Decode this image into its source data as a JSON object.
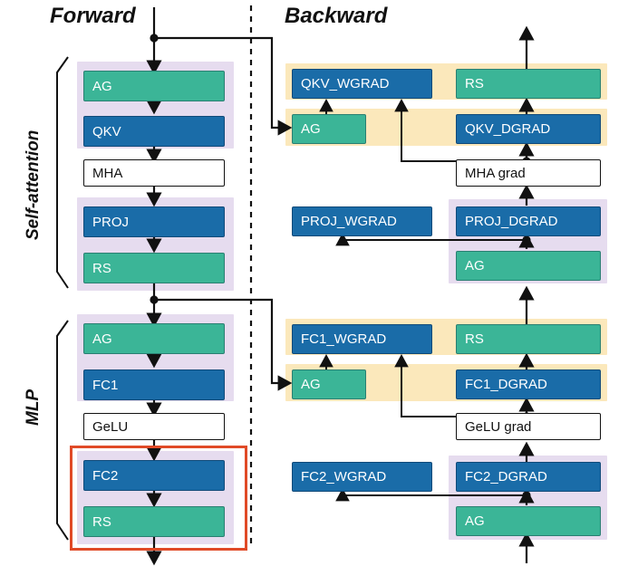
{
  "titles": {
    "forward": "Forward",
    "backward": "Backward"
  },
  "side_labels": {
    "self_attention": "Self-attention",
    "mlp": "MLP"
  },
  "colors": {
    "green": "#3bb597",
    "blue": "#1a6ca8",
    "lavender": "#e6dcef",
    "yellow": "#fbe8bb",
    "white": "#ffffff",
    "highlight_red": "#e04a27",
    "line": "#111111"
  },
  "forward": {
    "self_attention": [
      {
        "label": "AG",
        "kind": "green"
      },
      {
        "label": "QKV",
        "kind": "blue"
      },
      {
        "label": "MHA",
        "kind": "white"
      },
      {
        "label": "PROJ",
        "kind": "blue"
      },
      {
        "label": "RS",
        "kind": "green"
      }
    ],
    "mlp": [
      {
        "label": "AG",
        "kind": "green"
      },
      {
        "label": "FC1",
        "kind": "blue"
      },
      {
        "label": "GeLU",
        "kind": "white"
      },
      {
        "label": "FC2",
        "kind": "blue"
      },
      {
        "label": "RS",
        "kind": "green"
      }
    ]
  },
  "backward": {
    "self_attention": [
      {
        "label": "QKV_WGRAD",
        "kind": "blue"
      },
      {
        "label": "RS",
        "kind": "green"
      },
      {
        "label": "AG",
        "kind": "green"
      },
      {
        "label": "QKV_DGRAD",
        "kind": "blue"
      },
      {
        "label": "MHA grad",
        "kind": "white"
      },
      {
        "label": "PROJ_WGRAD",
        "kind": "blue"
      },
      {
        "label": "PROJ_DGRAD",
        "kind": "blue"
      },
      {
        "label": "AG",
        "kind": "green"
      }
    ],
    "mlp": [
      {
        "label": "FC1_WGRAD",
        "kind": "blue"
      },
      {
        "label": "RS",
        "kind": "green"
      },
      {
        "label": "AG",
        "kind": "green"
      },
      {
        "label": "FC1_DGRAD",
        "kind": "blue"
      },
      {
        "label": "GeLU grad",
        "kind": "white"
      },
      {
        "label": "FC2_WGRAD",
        "kind": "blue"
      },
      {
        "label": "FC2_DGRAD",
        "kind": "blue"
      },
      {
        "label": "AG",
        "kind": "green"
      }
    ]
  }
}
